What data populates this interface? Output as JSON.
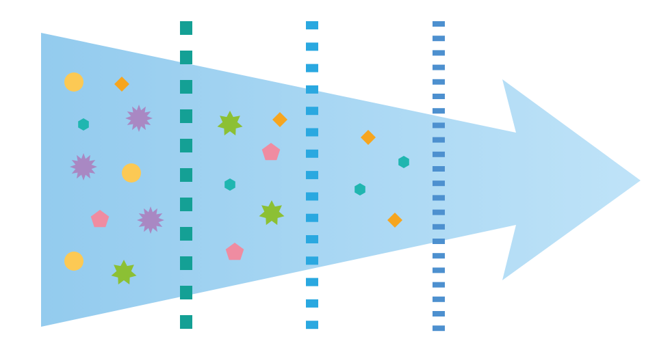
{
  "diagram": {
    "colors": {
      "background": "#ffffff",
      "arrow_start": "#93cbee",
      "arrow_end": "#bfe3f8",
      "filter_1": "#14a095",
      "filter_2": "#2aa8e0",
      "filter_3": "#4d90cf",
      "circle": "#fcc954",
      "diamond": "#f6a51f",
      "hexagon": "#20b6b0",
      "burst": "#a988c3",
      "pentagon": "#ef8ca1",
      "star": "#8cc034"
    },
    "filters": [
      {
        "name": "filter-1",
        "color_key": "filter_1",
        "stage": 1
      },
      {
        "name": "filter-2",
        "color_key": "filter_2",
        "stage": 2
      },
      {
        "name": "filter-3",
        "color_key": "filter_3",
        "stage": 3
      }
    ],
    "particle_types": [
      "circle",
      "diamond",
      "hexagon",
      "burst",
      "pentagon",
      "star"
    ],
    "particles_per_stage": [
      {
        "stage": 1,
        "types": [
          "circle",
          "diamond",
          "hexagon",
          "burst",
          "burst",
          "circle",
          "pentagon",
          "burst",
          "circle",
          "star"
        ]
      },
      {
        "stage": 2,
        "types": [
          "star",
          "diamond",
          "pentagon",
          "hexagon",
          "star",
          "pentagon"
        ]
      },
      {
        "stage": 3,
        "types": [
          "diamond",
          "hexagon",
          "hexagon",
          "diamond"
        ]
      },
      {
        "stage": 4,
        "types": []
      }
    ]
  }
}
